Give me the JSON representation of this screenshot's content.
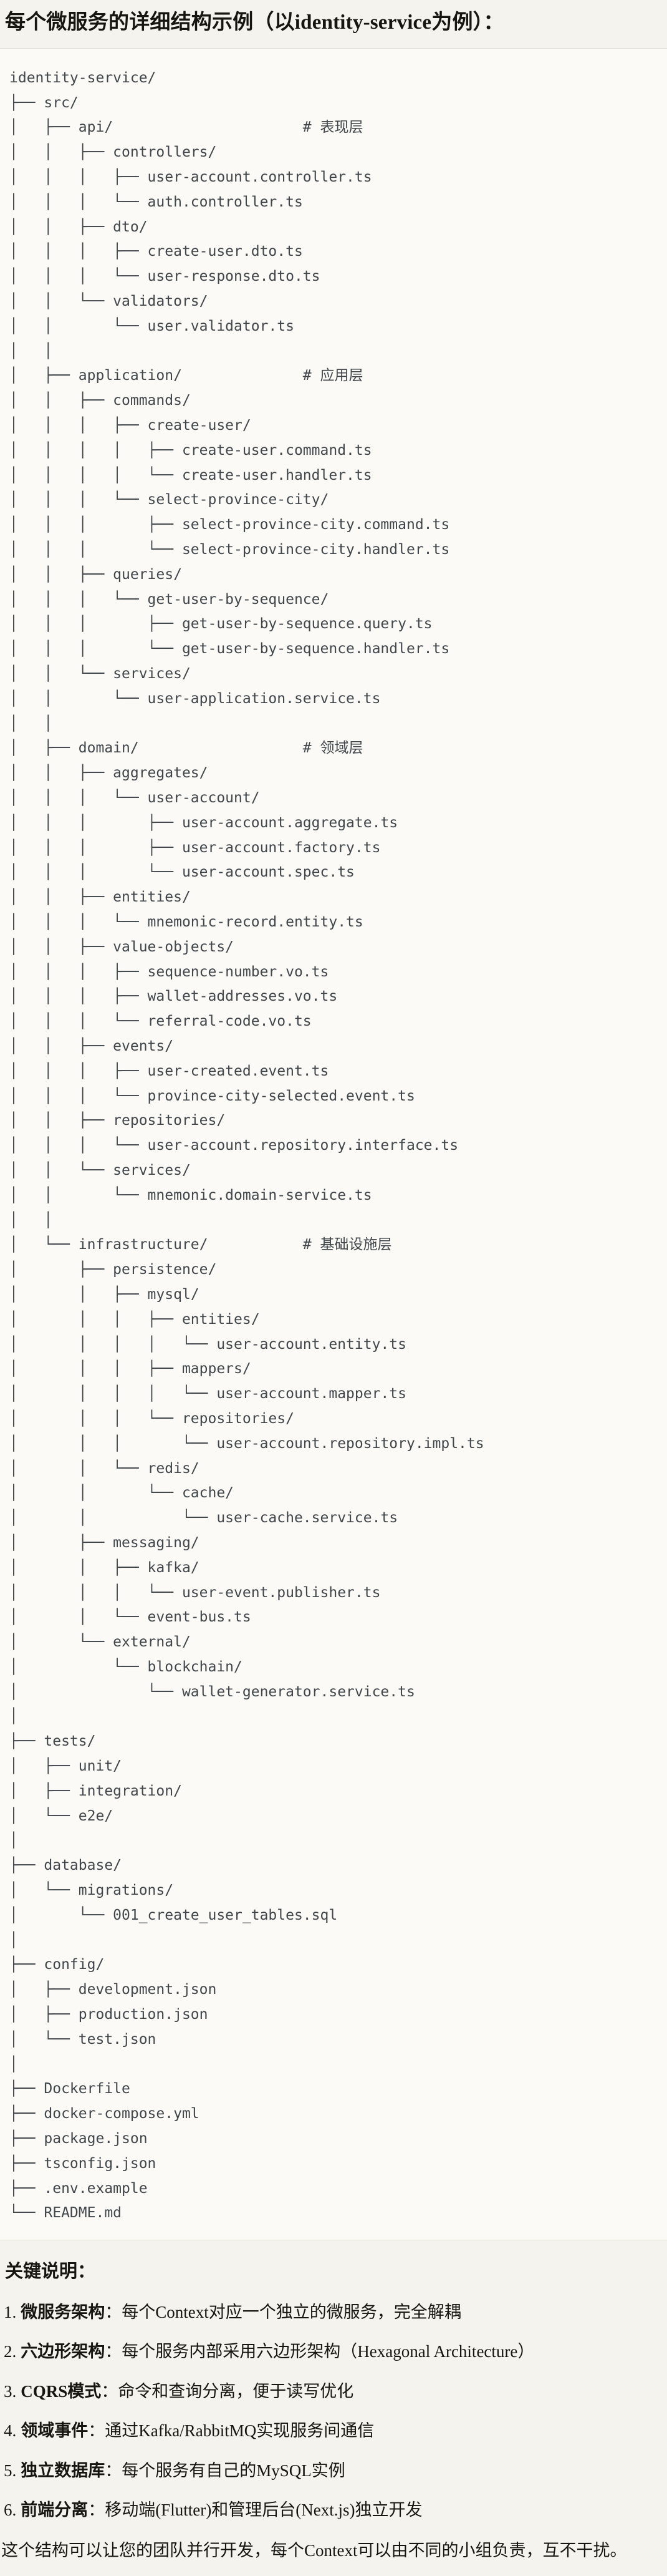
{
  "title": "每个微服务的详细结构示例（以identity-service为例）：",
  "colors": {
    "page_background": "#f5f3ee",
    "code_background": "#fbfaf7",
    "code_border": "#dedcd4",
    "tree_text": "#41464b",
    "body_text": "#17150f"
  },
  "code_block": {
    "language": "plaintext",
    "tree_lines": [
      "identity-service/",
      "├── src/",
      "│   ├── api/                      # 表现层",
      "│   │   ├── controllers/",
      "│   │   │   ├── user-account.controller.ts",
      "│   │   │   └── auth.controller.ts",
      "│   │   ├── dto/",
      "│   │   │   ├── create-user.dto.ts",
      "│   │   │   └── user-response.dto.ts",
      "│   │   └── validators/",
      "│   │       └── user.validator.ts",
      "│   │",
      "│   ├── application/              # 应用层",
      "│   │   ├── commands/",
      "│   │   │   ├── create-user/",
      "│   │   │   │   ├── create-user.command.ts",
      "│   │   │   │   └── create-user.handler.ts",
      "│   │   │   └── select-province-city/",
      "│   │   │       ├── select-province-city.command.ts",
      "│   │   │       └── select-province-city.handler.ts",
      "│   │   ├── queries/",
      "│   │   │   └── get-user-by-sequence/",
      "│   │   │       ├── get-user-by-sequence.query.ts",
      "│   │   │       └── get-user-by-sequence.handler.ts",
      "│   │   └── services/",
      "│   │       └── user-application.service.ts",
      "│   │",
      "│   ├── domain/                   # 领域层",
      "│   │   ├── aggregates/",
      "│   │   │   └── user-account/",
      "│   │   │       ├── user-account.aggregate.ts",
      "│   │   │       ├── user-account.factory.ts",
      "│   │   │       └── user-account.spec.ts",
      "│   │   ├── entities/",
      "│   │   │   └── mnemonic-record.entity.ts",
      "│   │   ├── value-objects/",
      "│   │   │   ├── sequence-number.vo.ts",
      "│   │   │   ├── wallet-addresses.vo.ts",
      "│   │   │   └── referral-code.vo.ts",
      "│   │   ├── events/",
      "│   │   │   ├── user-created.event.ts",
      "│   │   │   └── province-city-selected.event.ts",
      "│   │   ├── repositories/",
      "│   │   │   └── user-account.repository.interface.ts",
      "│   │   └── services/",
      "│   │       └── mnemonic.domain-service.ts",
      "│   │",
      "│   └── infrastructure/           # 基础设施层",
      "│       ├── persistence/",
      "│       │   ├── mysql/",
      "│       │   │   ├── entities/",
      "│       │   │   │   └── user-account.entity.ts",
      "│       │   │   ├── mappers/",
      "│       │   │   │   └── user-account.mapper.ts",
      "│       │   │   └── repositories/",
      "│       │   │       └── user-account.repository.impl.ts",
      "│       │   └── redis/",
      "│       │       └── cache/",
      "│       │           └── user-cache.service.ts",
      "│       ├── messaging/",
      "│       │   ├── kafka/",
      "│       │   │   └── user-event.publisher.ts",
      "│       │   └── event-bus.ts",
      "│       └── external/",
      "│           └── blockchain/",
      "│               └── wallet-generator.service.ts",
      "│",
      "├── tests/",
      "│   ├── unit/",
      "│   ├── integration/",
      "│   └── e2e/",
      "│",
      "├── database/",
      "│   └── migrations/",
      "│       └── 001_create_user_tables.sql",
      "│",
      "├── config/",
      "│   ├── development.json",
      "│   ├── production.json",
      "│   └── test.json",
      "│",
      "├── Dockerfile",
      "├── docker-compose.yml",
      "├── package.json",
      "├── tsconfig.json",
      "├── .env.example",
      "└── README.md"
    ]
  },
  "notes": {
    "heading": "关键说明：",
    "items": [
      {
        "num": "1.",
        "term": "微服务架构",
        "desc": "：每个Context对应一个独立的微服务，完全解耦"
      },
      {
        "num": "2.",
        "term": "六边形架构",
        "desc": "：每个服务内部采用六边形架构（Hexagonal Architecture）"
      },
      {
        "num": "3.",
        "term": "CQRS模式",
        "desc": "：命令和查询分离，便于读写优化"
      },
      {
        "num": "4.",
        "term": "领域事件",
        "desc": "：通过Kafka/RabbitMQ实现服务间通信"
      },
      {
        "num": "5.",
        "term": "独立数据库",
        "desc": "：每个服务有自己的MySQL实例"
      },
      {
        "num": "6.",
        "term": "前端分离",
        "desc": "：移动端(Flutter)和管理后台(Next.js)独立开发"
      }
    ]
  },
  "closing": "这个结构可以让您的团队并行开发，每个Context可以由不同的小组负责，互不干扰。"
}
